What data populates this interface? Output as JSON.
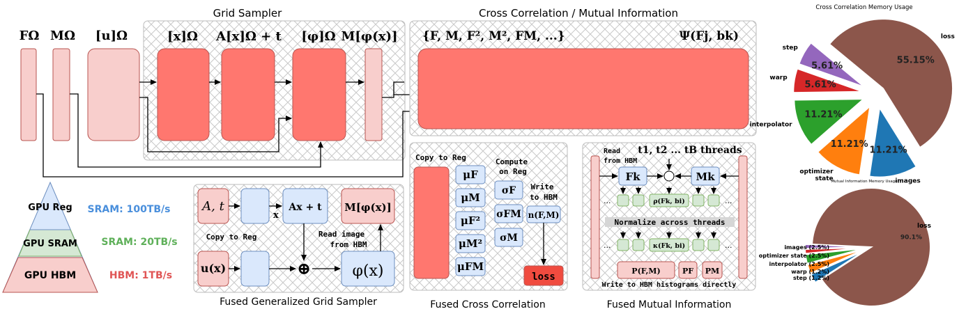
{
  "grid_sampler": {
    "title": "Grid Sampler",
    "f_label": "FΩ",
    "m_label": "MΩ",
    "u_label": "[u]Ω",
    "x_label": "[x]Ω",
    "ax_label": "A[x]Ω + t",
    "phi_label": "[φ]Ω",
    "mphi_label": "M[φ(x)]"
  },
  "cross_corr": {
    "title": "Cross Correlation / Mutual Information",
    "set_label": "{F, M, F², M², FM, ...}",
    "psi_label": "Ψ(Fj, bk)"
  },
  "pyramid": {
    "reg": "GPU Reg",
    "sram": "GPU SRAM",
    "hbm": "GPU HBM",
    "sram_bw": "SRAM: 100TB/s",
    "sram2_bw": "SRAM: 20TB/s",
    "hbm_bw": "HBM: 1TB/s"
  },
  "fused_grid": {
    "title": "Fused Generalized Grid Sampler",
    "at": "A, t",
    "ax": "Ax + t",
    "mphi": "M[φ(x)]",
    "x": "x",
    "copy": "Copy to Reg",
    "read": "Read image",
    "read2": "from HBM",
    "ux": "u(x)",
    "phi": "φ(x)",
    "plus": "⊕"
  },
  "fused_cc": {
    "title": "Fused Cross Correlation",
    "copy": "Copy to Reg",
    "mu": [
      "μF",
      "μM",
      "μF²",
      "μM²",
      "μFM"
    ],
    "compute": "Compute",
    "compute2": "on Reg",
    "sigma": [
      "σF",
      "σFM",
      "σM"
    ],
    "write": "Write",
    "write2": "to HBM",
    "n": "n(F,M)",
    "loss": "loss"
  },
  "fused_mi": {
    "title": "Fused Mutual Information",
    "read": "Read",
    "read2": "from HBM",
    "threads": "t1, t2 ... tB threads",
    "fk": "Fk",
    "mk": "Mk",
    "rho": "ρ(Fk, bi)",
    "kappa": "κ(Fk, bi)",
    "normalize": "Normalize across threads",
    "dots": "...",
    "pfm": "P(F,M)",
    "pf": "PF",
    "pm": "PM",
    "write": "Write to HBM histograms directly"
  },
  "chart_data": [
    {
      "type": "pie",
      "title": "Cross Correlation Memory Usage",
      "categories": [
        "loss",
        "images",
        "optimizer state",
        "interpolator",
        "warp",
        "step"
      ],
      "values": [
        55.15,
        11.21,
        11.21,
        11.21,
        5.61,
        5.61
      ],
      "labels": [
        "55.15%",
        "11.21%",
        "11.21%",
        "11.21%",
        "5.61%",
        "5.61%"
      ],
      "colors": [
        "#8c564b",
        "#1f77b4",
        "#ff7f0e",
        "#2ca02c",
        "#d62728",
        "#9467bd"
      ]
    },
    {
      "type": "pie",
      "title": "Mutual Information Memory Usage",
      "categories": [
        "loss",
        "images (2.5%)",
        "optimizer state (2.5%)",
        "interpolator (2.5%)",
        "warp (1.2%)",
        "step (1.2%)"
      ],
      "values": [
        90.1,
        2.5,
        2.5,
        2.5,
        1.2,
        1.2
      ],
      "labels": [
        "90.1%"
      ],
      "colors": [
        "#8c564b",
        "#1f77b4",
        "#ff7f0e",
        "#2ca02c",
        "#d62728",
        "#9467bd"
      ]
    }
  ]
}
